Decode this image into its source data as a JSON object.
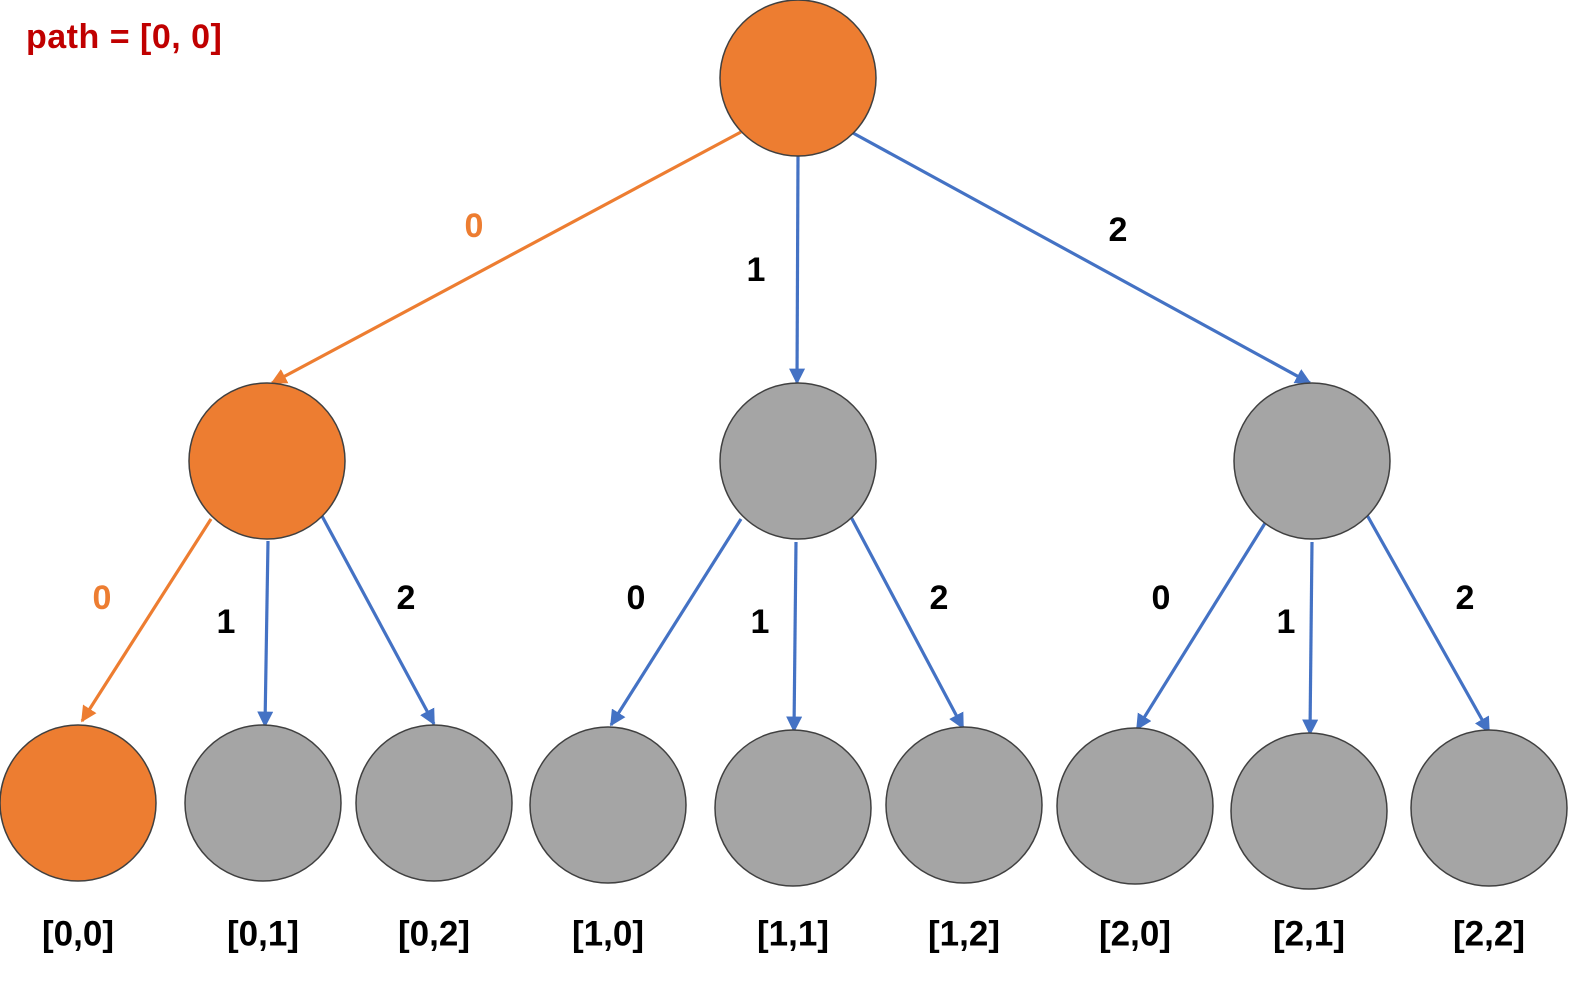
{
  "path_text": "path = [0, 0]",
  "colors": {
    "active": "#ED7D31",
    "inactive": "#A5A5A5",
    "edge_inactive": "#4472C4",
    "path_text": "#C00000",
    "label_text": "#000000",
    "node_outline": "#404040"
  },
  "tree": {
    "root": {
      "active": true
    },
    "level1": [
      {
        "edge_label": "0",
        "active": true,
        "children": [
          {
            "edge_label": "0",
            "leaf_label": "[0,0]",
            "active": true
          },
          {
            "edge_label": "1",
            "leaf_label": "[0,1]",
            "active": false
          },
          {
            "edge_label": "2",
            "leaf_label": "[0,2]",
            "active": false
          }
        ]
      },
      {
        "edge_label": "1",
        "active": false,
        "children": [
          {
            "edge_label": "0",
            "leaf_label": "[1,0]",
            "active": false
          },
          {
            "edge_label": "1",
            "leaf_label": "[1,1]",
            "active": false
          },
          {
            "edge_label": "2",
            "leaf_label": "[1,2]",
            "active": false
          }
        ]
      },
      {
        "edge_label": "2",
        "active": false,
        "children": [
          {
            "edge_label": "0",
            "leaf_label": "[2,0]",
            "active": false
          },
          {
            "edge_label": "1",
            "leaf_label": "[2,1]",
            "active": false
          },
          {
            "edge_label": "2",
            "leaf_label": "[2,2]",
            "active": false
          }
        ]
      }
    ]
  }
}
